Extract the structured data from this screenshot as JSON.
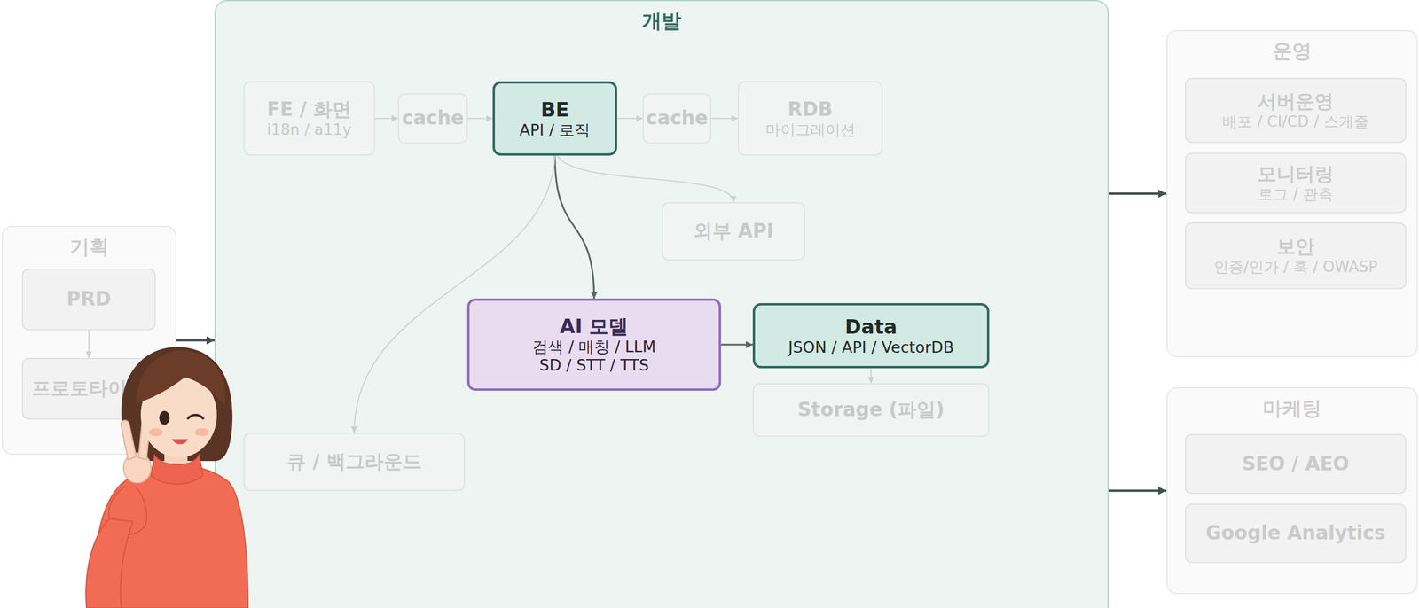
{
  "diagram": {
    "nodes": [
      {
        "text": [
          "기획"
        ]
      },
      {
        "text": [
          "PRD"
        ],
        "in": 0
      },
      {
        "text": [
          "프로토타이프"
        ],
        "in": 0
      },
      {
        "text": [
          "개발"
        ]
      },
      {
        "text": [
          "FE / 화면",
          "i18n / a11y"
        ],
        "in": 3
      },
      {
        "text": [
          "cache"
        ],
        "in": 3
      },
      {
        "text": [
          "BE",
          "API / 로직"
        ],
        "in": 3
      },
      {
        "text": [
          "cache"
        ],
        "in": 3
      },
      {
        "text": [
          "RDB",
          "마이그레이션"
        ],
        "in": 3
      },
      {
        "text": [
          "외부 API"
        ],
        "in": 3
      },
      {
        "text": [
          "AI 모델",
          "검색 / 매칭 / LLM",
          "SD / STT / TTS"
        ],
        "in": 3
      },
      {
        "text": [
          "Data",
          "JSON / API / VectorDB"
        ],
        "in": 3
      },
      {
        "text": [
          "Storage (파일)"
        ],
        "in": 3
      },
      {
        "text": [
          "큐 / 백그라운드"
        ],
        "in": 3
      },
      {
        "text": [
          "운영"
        ]
      },
      {
        "text": [
          "서버운영",
          "배포 / CI/CD / 스케줄"
        ],
        "in": 14
      },
      {
        "text": [
          "모니터링",
          "로그 / 관측"
        ],
        "in": 14
      },
      {
        "text": [
          "보안",
          "인증/인가 / 훅 / OWASP"
        ],
        "in": 14
      },
      {
        "text": [
          "마케팅"
        ]
      },
      {
        "text": [
          "SEO / AEO"
        ],
        "in": 18
      },
      {
        "text": [
          "Google Analytics"
        ],
        "in": 18
      }
    ],
    "edges": [
      {
        "from": 0,
        "to": 3,
        "arrow": "to"
      },
      {
        "from": 3,
        "to": 14,
        "arrow": "to"
      },
      {
        "from": 3,
        "to": 18,
        "arrow": "to"
      },
      {
        "from": 1,
        "to": 2,
        "arrow": "to"
      },
      {
        "from": 4,
        "to": 5,
        "arrow": "to"
      },
      {
        "from": 5,
        "to": 6,
        "arrow": "to"
      },
      {
        "from": 6,
        "to": 7,
        "arrow": "to"
      },
      {
        "from": 7,
        "to": 8,
        "arrow": "to"
      },
      {
        "from": 6,
        "to": 9,
        "arrow": "to"
      },
      {
        "from": 6,
        "to": 10,
        "arrow": "to"
      },
      {
        "from": 6,
        "to": 13,
        "arrow": "to"
      },
      {
        "from": 10,
        "to": 11,
        "arrow": "to"
      },
      {
        "from": 11,
        "to": 12,
        "arrow": "to"
      }
    ]
  }
}
